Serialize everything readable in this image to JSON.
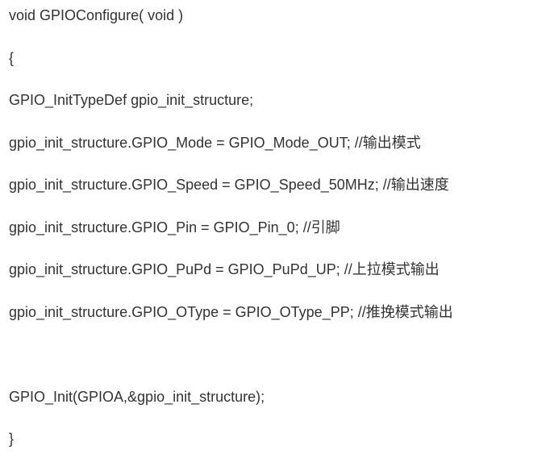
{
  "code_block": {
    "lines": [
      "void GPIOConfigure( void )",
      "{",
      "GPIO_InitTypeDef gpio_init_structure;",
      "gpio_init_structure.GPIO_Mode = GPIO_Mode_OUT; //输出模式",
      "gpio_init_structure.GPIO_Speed = GPIO_Speed_50MHz; //输出速度",
      "gpio_init_structure.GPIO_Pin = GPIO_Pin_0; //引脚",
      "gpio_init_structure.GPIO_PuPd = GPIO_PuPd_UP; //上拉模式输出",
      "gpio_init_structure.GPIO_OType = GPIO_OType_PP; //推挽模式输出",
      "",
      "GPIO_Init(GPIOA,&gpio_init_structure);",
      "}"
    ]
  }
}
